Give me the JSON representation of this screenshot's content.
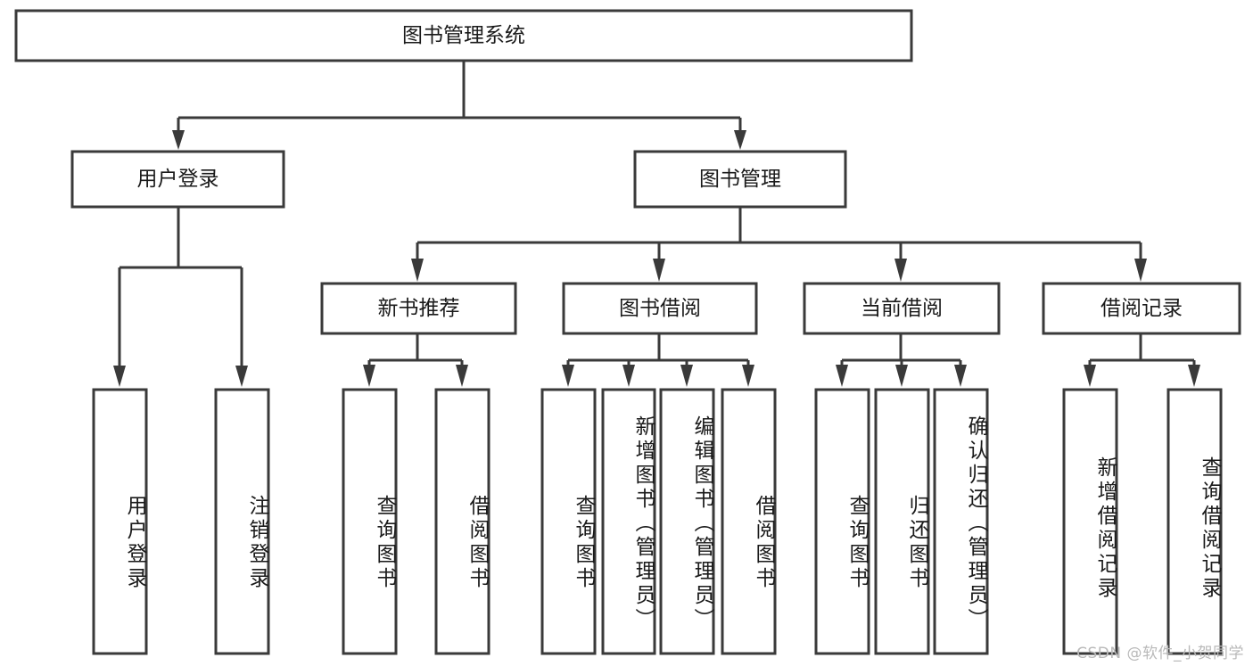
{
  "diagram": {
    "title": "图书管理系统",
    "type": "hierarchy-tree",
    "watermark": "CSDN @软件_小贺同学",
    "colors": {
      "box_stroke": "#3a3a3a",
      "box_fill": "#ffffff",
      "text": "#1a1a1a",
      "background": "#ffffff",
      "watermark": "#b9b9b9"
    },
    "levels": {
      "root": {
        "label": "图书管理系统"
      },
      "level2": [
        {
          "label": "用户登录"
        },
        {
          "label": "图书管理"
        }
      ],
      "level3": [
        {
          "label": "新书推荐"
        },
        {
          "label": "图书借阅"
        },
        {
          "label": "当前借阅"
        },
        {
          "label": "借阅记录"
        }
      ],
      "leaves": {
        "user_login": [
          {
            "label": "用户登录"
          },
          {
            "label": "注销登录"
          }
        ],
        "new_book_recommend": [
          {
            "label": "查询图书"
          },
          {
            "label": "借阅图书"
          }
        ],
        "book_borrow": [
          {
            "label": "查询图书"
          },
          {
            "label": "新增图书（管理员）"
          },
          {
            "label": "编辑图书（管理员）"
          },
          {
            "label": "借阅图书"
          }
        ],
        "current_borrow": [
          {
            "label": "查询图书"
          },
          {
            "label": "归还图书"
          },
          {
            "label": "确认归还（管理员）"
          }
        ],
        "borrow_record": [
          {
            "label": "新增借阅记录"
          },
          {
            "label": "查询借阅记录"
          }
        ]
      }
    }
  }
}
